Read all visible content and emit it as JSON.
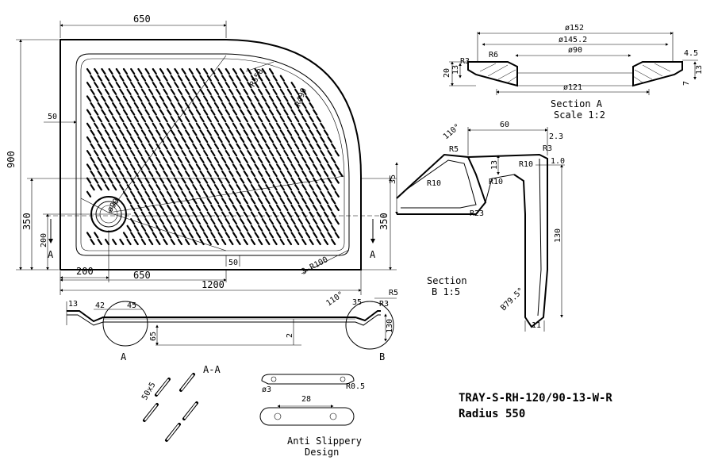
{
  "title": {
    "model": "TRAY-S-RH-120/90-13-W-R",
    "radius": "Radius 550"
  },
  "plan_dims": {
    "top_width": "650",
    "height": "900",
    "offset_50": "50",
    "r550": "R550",
    "r490": "R490",
    "drain_dia": "ø90",
    "left_350": "350",
    "left_200": "200",
    "right_350": "350",
    "bottom_50": "50",
    "bottom_200": "200",
    "bottom_650": "650",
    "overall_1200": "1200",
    "r100": "3-R100",
    "cut_a_left": "A",
    "cut_a_right": "A"
  },
  "section_aa": {
    "label": "A-A",
    "d13": "13",
    "d42": "42",
    "d45": "45",
    "d110": "110°",
    "d35": "35",
    "r3": "R3",
    "r5": "R5",
    "d65": "65",
    "d2": "2",
    "d130": "130",
    "detail_a": "A",
    "detail_b": "B"
  },
  "section_a": {
    "title": "Section A",
    "scale": "Scale 1:2",
    "d152": "ø152",
    "d145": "ø145.2",
    "d90": "ø90",
    "d121": "ø121",
    "r3": "R3",
    "r6": "R6",
    "d20": "20",
    "d13": "13",
    "d45": "4.5",
    "d13r": "13",
    "d7": "7"
  },
  "section_b": {
    "title": "Section",
    "scale": "B 1:5",
    "d60": "60",
    "d110": "110°",
    "d23": "2.3",
    "r3": "R3",
    "r5": "R5",
    "d13": "13",
    "r10a": "R10",
    "d10": "1.0",
    "d35": "35",
    "r10b": "R10",
    "r10c": "R10",
    "r23": "R23",
    "d130": "130",
    "d79": "B79.5°",
    "d11": "11"
  },
  "anti_slip": {
    "label_1": "Anti Slippery",
    "label_2": "Design",
    "d50x5": "50x5",
    "d3": "ø3",
    "r05": "R0.5",
    "d28": "28"
  }
}
